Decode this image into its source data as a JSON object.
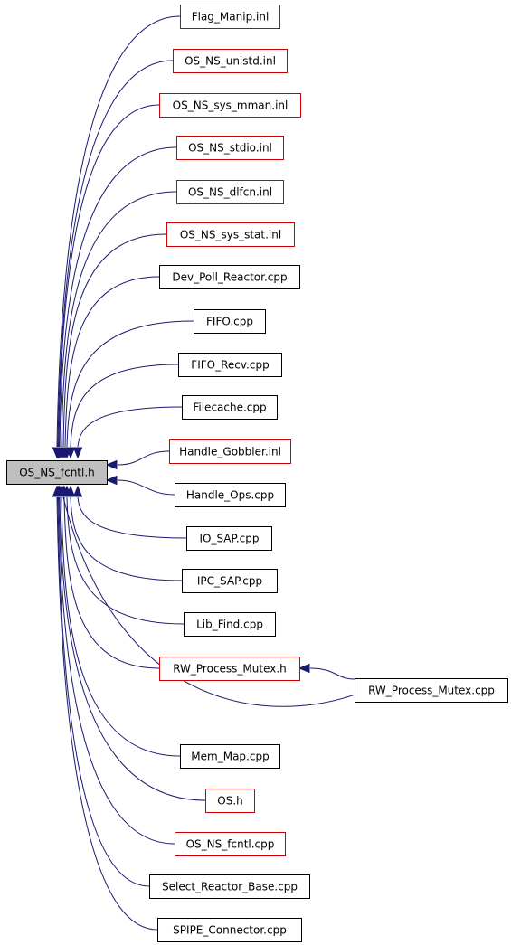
{
  "diagram": {
    "root": {
      "id": "root",
      "label": "OS_NS_fcntl.h",
      "fill": "#bfbfbf",
      "stroke": "#000000"
    },
    "nodes": [
      {
        "id": "flag_manip",
        "label": "Flag_Manip.inl",
        "stroke": "#cc0000"
      },
      {
        "id": "unistd",
        "label": "OS_NS_unistd.inl",
        "stroke": "#cc0000"
      },
      {
        "id": "sys_mman",
        "label": "OS_NS_sys_mman.inl",
        "stroke": "#cc0000"
      },
      {
        "id": "stdio",
        "label": "OS_NS_stdio.inl",
        "stroke": "#cc0000"
      },
      {
        "id": "dlfcn",
        "label": "OS_NS_dlfcn.inl",
        "stroke": "#cc0000"
      },
      {
        "id": "sys_stat",
        "label": "OS_NS_sys_stat.inl",
        "stroke": "#cc0000"
      },
      {
        "id": "dev_poll",
        "label": "Dev_Poll_Reactor.cpp",
        "stroke": "#000000"
      },
      {
        "id": "fifo",
        "label": "FIFO.cpp",
        "stroke": "#000000"
      },
      {
        "id": "fifo_recv",
        "label": "FIFO_Recv.cpp",
        "stroke": "#000000"
      },
      {
        "id": "filecache",
        "label": "Filecache.cpp",
        "stroke": "#000000"
      },
      {
        "id": "handle_gobbler",
        "label": "Handle_Gobbler.inl",
        "stroke": "#cc0000"
      },
      {
        "id": "handle_ops",
        "label": "Handle_Ops.cpp",
        "stroke": "#000000"
      },
      {
        "id": "io_sap",
        "label": "IO_SAP.cpp",
        "stroke": "#000000"
      },
      {
        "id": "ipc_sap",
        "label": "IPC_SAP.cpp",
        "stroke": "#000000"
      },
      {
        "id": "lib_find",
        "label": "Lib_Find.cpp",
        "stroke": "#000000"
      },
      {
        "id": "rw_mutex_h",
        "label": "RW_Process_Mutex.h",
        "stroke": "#cc0000"
      },
      {
        "id": "rw_mutex_cpp",
        "label": "RW_Process_Mutex.cpp",
        "stroke": "#000000"
      },
      {
        "id": "mem_map",
        "label": "Mem_Map.cpp",
        "stroke": "#000000"
      },
      {
        "id": "os_h",
        "label": "OS.h",
        "stroke": "#cc0000"
      },
      {
        "id": "fcntl_cpp",
        "label": "OS_NS_fcntl.cpp",
        "stroke": "#cc0000"
      },
      {
        "id": "select_reactor",
        "label": "Select_Reactor_Base.cpp",
        "stroke": "#000000"
      },
      {
        "id": "spipe",
        "label": "SPIPE_Connector.cpp",
        "stroke": "#000000"
      }
    ],
    "edges": [
      {
        "from": "flag_manip",
        "to": "root"
      },
      {
        "from": "unistd",
        "to": "root"
      },
      {
        "from": "sys_mman",
        "to": "root"
      },
      {
        "from": "stdio",
        "to": "root"
      },
      {
        "from": "dlfcn",
        "to": "root"
      },
      {
        "from": "sys_stat",
        "to": "root"
      },
      {
        "from": "dev_poll",
        "to": "root"
      },
      {
        "from": "fifo",
        "to": "root"
      },
      {
        "from": "fifo_recv",
        "to": "root"
      },
      {
        "from": "filecache",
        "to": "root"
      },
      {
        "from": "handle_gobbler",
        "to": "root"
      },
      {
        "from": "handle_ops",
        "to": "root"
      },
      {
        "from": "io_sap",
        "to": "root"
      },
      {
        "from": "ipc_sap",
        "to": "root"
      },
      {
        "from": "lib_find",
        "to": "root"
      },
      {
        "from": "rw_mutex_h",
        "to": "root"
      },
      {
        "from": "rw_mutex_cpp",
        "to": "root"
      },
      {
        "from": "rw_mutex_cpp",
        "to": "rw_mutex_h"
      },
      {
        "from": "mem_map",
        "to": "root"
      },
      {
        "from": "os_h",
        "to": "root"
      },
      {
        "from": "fcntl_cpp",
        "to": "root"
      },
      {
        "from": "select_reactor",
        "to": "root"
      },
      {
        "from": "spipe",
        "to": "root"
      }
    ],
    "colors": {
      "edge": "#191970",
      "external_stroke": "#cc0000",
      "local_stroke": "#000000",
      "root_fill": "#bfbfbf"
    }
  }
}
